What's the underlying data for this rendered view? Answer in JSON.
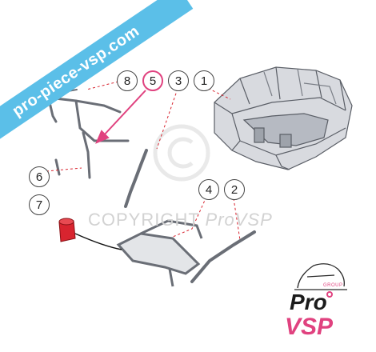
{
  "watermark_banner": {
    "text": "pro-piece-vsp.com",
    "color": "#5bbfe8"
  },
  "copyright_watermark": {
    "prefix": "COPYRIGHT",
    "brand": "ProVSP"
  },
  "logo": {
    "line1": "Pro",
    "line2": "VSP",
    "tag": "GROUP",
    "accent": "#e0427f"
  },
  "callouts": [
    {
      "num": "8"
    },
    {
      "num": "5",
      "highlighted": true
    },
    {
      "num": "3"
    },
    {
      "num": "1"
    },
    {
      "num": "6"
    },
    {
      "num": "7"
    },
    {
      "num": "4"
    },
    {
      "num": "2"
    }
  ]
}
